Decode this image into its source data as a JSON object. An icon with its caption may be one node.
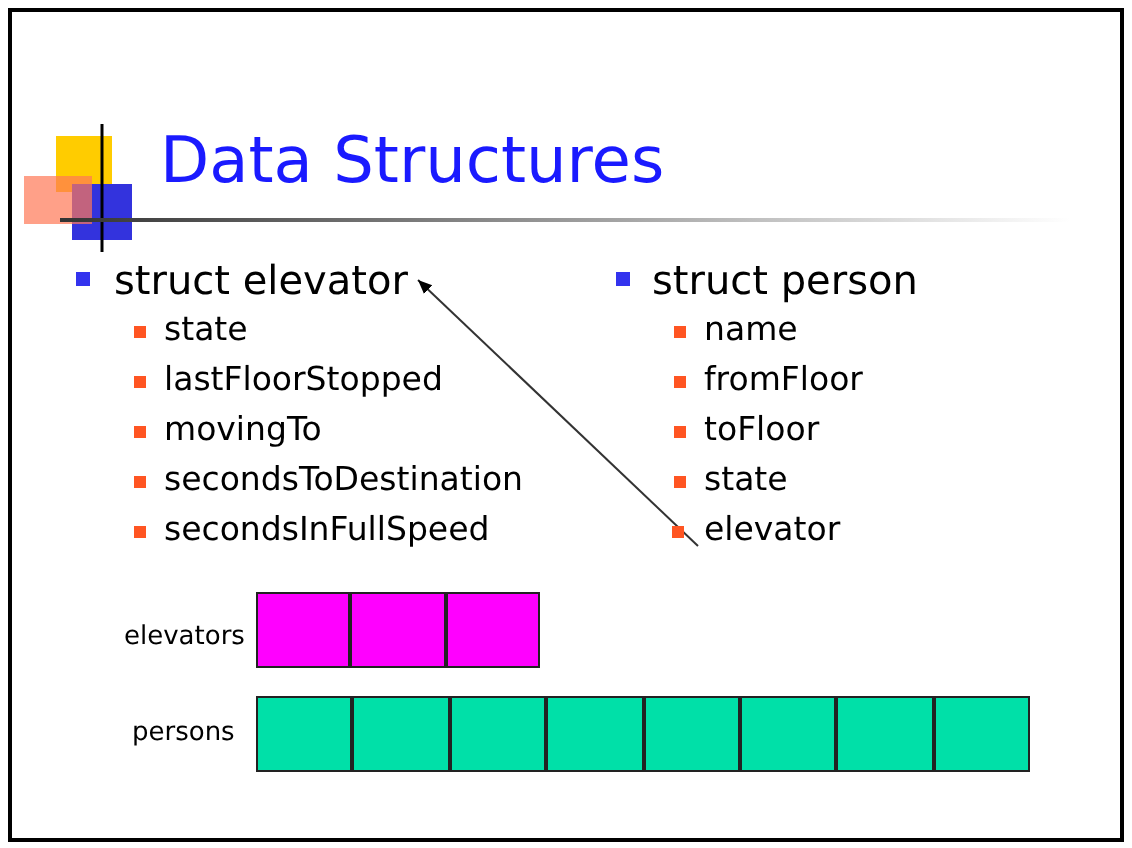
{
  "diagram": {
    "title": "Data Structures",
    "nodes": [
      {
        "text": [
          "struct elevator"
        ]
      },
      {
        "text": [
          "elevator"
        ]
      },
      {
        "text": [],
        "shape": "box"
      },
      {
        "text": [],
        "shape": "box"
      },
      {
        "text": [],
        "shape": "box"
      },
      {
        "text": [],
        "shape": "box"
      },
      {
        "text": [],
        "shape": "box"
      },
      {
        "text": [],
        "shape": "box"
      },
      {
        "text": [],
        "shape": "box"
      },
      {
        "text": [],
        "shape": "box"
      },
      {
        "text": [],
        "shape": "box"
      },
      {
        "text": [],
        "shape": "box"
      },
      {
        "text": [],
        "shape": "box"
      }
    ],
    "edges": [
      {
        "from": 1,
        "to": 0,
        "arrow": "to"
      }
    ],
    "labels": [
      "state",
      "lastFloorStopped",
      "movingTo",
      "secondsToDestination",
      "secondsInFullSpeed",
      "struct person",
      "name",
      "fromFloor",
      "toFloor",
      "state",
      "elevators",
      "persons"
    ]
  }
}
